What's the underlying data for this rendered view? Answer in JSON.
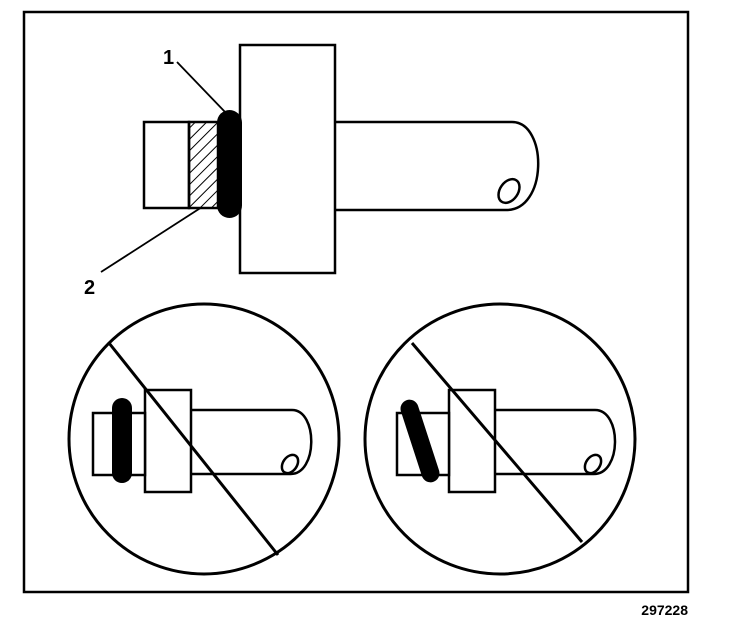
{
  "callouts": {
    "one": "1",
    "two": "2"
  },
  "figure_id": "297228",
  "colors": {
    "ink": "#000000",
    "paper": "#ffffff"
  }
}
